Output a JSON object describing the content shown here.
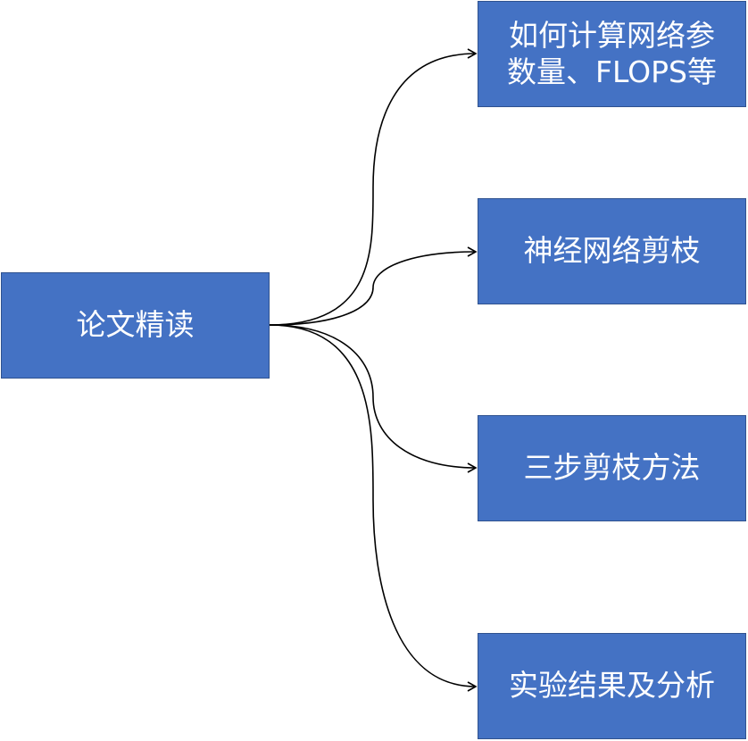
{
  "diagram": {
    "root": {
      "label": "论文精读"
    },
    "children": [
      {
        "label": "如何计算网络参\n数量、FLOPS等"
      },
      {
        "label": "神经网络剪枝"
      },
      {
        "label": "三步剪枝方法"
      },
      {
        "label": "实验结果及分析"
      }
    ]
  },
  "colors": {
    "node_fill": "#4472c4",
    "node_border": "#2f528f",
    "node_text": "#ffffff",
    "connector": "#000000"
  }
}
